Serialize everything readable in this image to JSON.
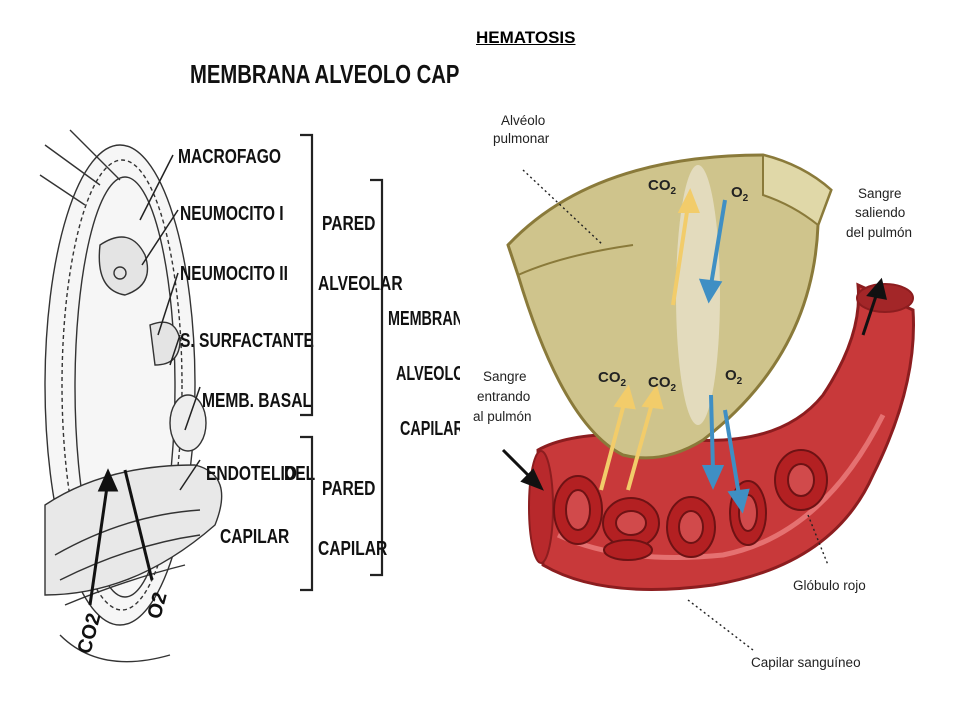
{
  "title": "HEMATOSIS",
  "left_diagram": {
    "heading": "MEMBRANA ALVEOLO CAPILAR",
    "labels": {
      "macrofago": "MACROFAGO",
      "neumocito1": "NEUMOCITO I",
      "neumocito2": "NEUMOCITO II",
      "surfactante": "S. SURFACTANTE",
      "memb_basal": "MEMB. BASAL",
      "endotelio_1": "ENDOTELIO",
      "endotelio_2": "DEL",
      "capilar": "CAPILAR"
    },
    "groups": {
      "pared_alveolar_1": "PARED",
      "pared_alveolar_2": "ALVEOLAR",
      "pared_capilar_1": "PARED",
      "pared_capilar_2": "CAPILAR",
      "membrana_1": "MEMBRANA",
      "membrana_2": "ALVEOLO",
      "membrana_3": "CAPILAR"
    },
    "gases": {
      "co2": "CO2",
      "o2": "O2"
    }
  },
  "right_diagram": {
    "alveolo_1": "Alvéolo",
    "alveolo_2": "pulmonar",
    "saliendo_1": "Sangre",
    "saliendo_2": "saliendo",
    "saliendo_3": "del pulmón",
    "entrando_1": "Sangre",
    "entrando_2": "entrando",
    "entrando_3": "al pulmón",
    "globulo": "Glóbulo rojo",
    "capilar": "Capilar sanguíneo",
    "gas_co2": "CO",
    "gas_o2": "O",
    "sub2": "2"
  },
  "colors": {
    "alveolus": "#cfc48c",
    "alveolus_edge": "#8a7a3a",
    "capillary": "#c8393a",
    "capillary_dark": "#8c1d1f",
    "co2_arrow": "#f2cc6a",
    "o2_arrow": "#3f8fc4"
  }
}
